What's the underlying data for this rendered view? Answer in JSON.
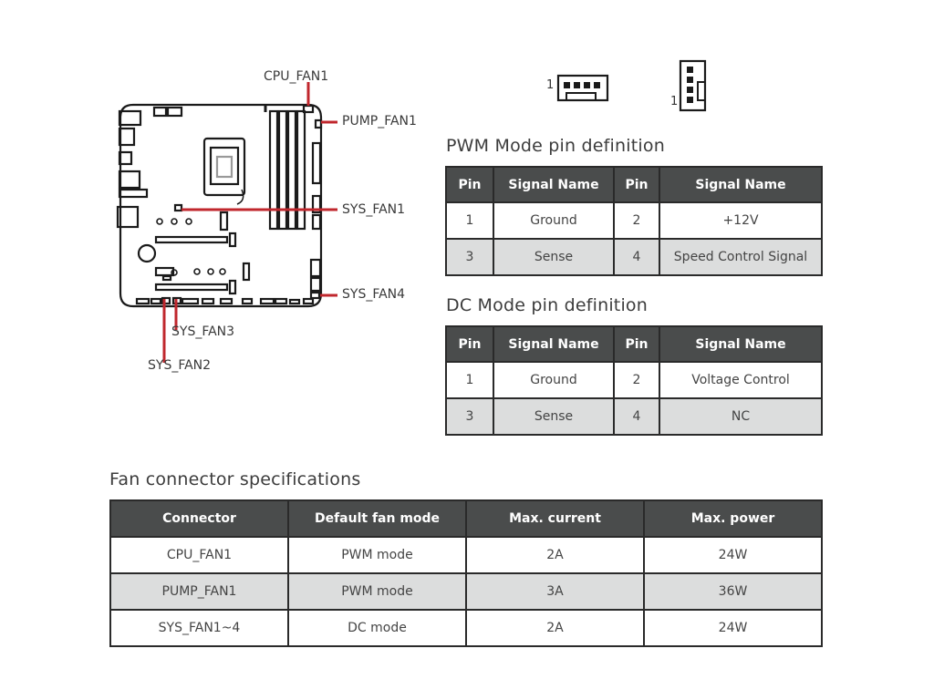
{
  "diagram": {
    "callouts": {
      "cpu_fan1": "CPU_FAN1",
      "pump_fan1": "PUMP_FAN1",
      "sys_fan1": "SYS_FAN1",
      "sys_fan4": "SYS_FAN4",
      "sys_fan3": "SYS_FAN3",
      "sys_fan2": "SYS_FAN2"
    },
    "callout_line_color": "#c0272d",
    "connector_pin1_label_horizontal": "1",
    "connector_pin1_label_vertical": "1"
  },
  "pwm_table": {
    "title": "PWM Mode pin definition",
    "headers": [
      "Pin",
      "Signal Name",
      "Pin",
      "Signal Name"
    ],
    "rows": [
      [
        "1",
        "Ground",
        "2",
        "+12V"
      ],
      [
        "3",
        "Sense",
        "4",
        "Speed Control Signal"
      ]
    ]
  },
  "dc_table": {
    "title": "DC Mode pin definition",
    "headers": [
      "Pin",
      "Signal Name",
      "Pin",
      "Signal Name"
    ],
    "rows": [
      [
        "1",
        "Ground",
        "2",
        "Voltage Control"
      ],
      [
        "3",
        "Sense",
        "4",
        "NC"
      ]
    ]
  },
  "spec_table": {
    "title": "Fan connector specifications",
    "headers": [
      "Connector",
      "Default fan mode",
      "Max. current",
      "Max. power"
    ],
    "rows": [
      [
        "CPU_FAN1",
        "PWM mode",
        "2A",
        "24W"
      ],
      [
        "PUMP_FAN1",
        "PWM mode",
        "3A",
        "36W"
      ],
      [
        "SYS_FAN1~4",
        "DC mode",
        "2A",
        "24W"
      ]
    ]
  }
}
